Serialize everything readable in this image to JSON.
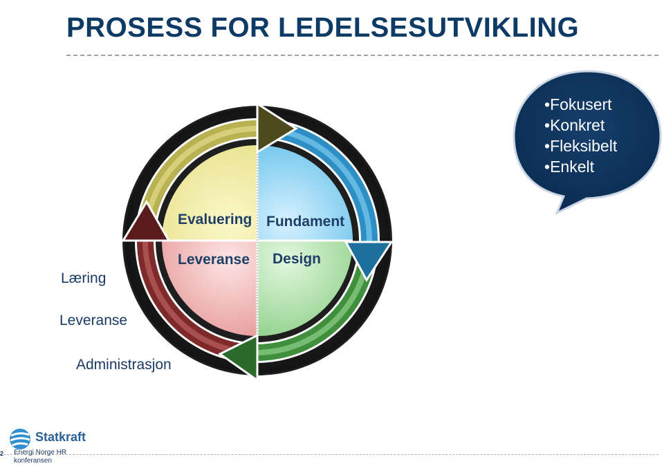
{
  "slide": {
    "title": "PROSESS FOR LEDELSESUTVIKLING"
  },
  "bubble": {
    "items": [
      "Fokusert",
      "Konkret",
      "Fleksibelt",
      "Enkelt"
    ]
  },
  "cycle": {
    "quadrants": {
      "top_left": "Evaluering",
      "top_right": "Fundament",
      "bottom_left": "Leveranse",
      "bottom_right": "Design"
    },
    "colors": {
      "yellow": "#dcd27a",
      "blue": "#3d9ed6",
      "green": "#5fae5a",
      "red": "#a23a3a"
    }
  },
  "side_labels": {
    "laering": "Læring",
    "leveranse": "Leveranse",
    "administrasjon": "Administrasjon"
  },
  "footer": {
    "logo_name": "Statkraft",
    "page_number": "2",
    "event": "Energi Norge HR konferansen"
  }
}
